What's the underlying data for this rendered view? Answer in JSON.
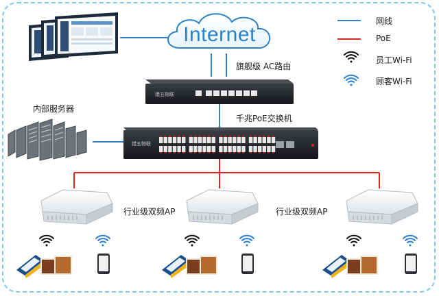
{
  "internet": {
    "label": "Internet"
  },
  "router": {
    "label": "旗舰级 AC路由",
    "brand": "猎五物联"
  },
  "switch": {
    "label": "千兆PoE交换机",
    "brand": "猎五物联"
  },
  "servers": {
    "label": "内部服务器"
  },
  "aps": [
    {
      "label": "行业级双频AP"
    },
    {
      "label": "行业级双频AP"
    }
  ],
  "legend": {
    "items": [
      {
        "label": "网线",
        "type": "line",
        "color": "#2f7fd0"
      },
      {
        "label": "PoE",
        "type": "line",
        "color": "#e02424"
      },
      {
        "label": "员工Wi-Fi",
        "type": "wifi",
        "color": "#111111"
      },
      {
        "label": "顾客Wi-Fi",
        "type": "wifi",
        "color": "#2f7fd0"
      }
    ]
  },
  "colors": {
    "cable": "#2f7fd0",
    "poe": "#e02424",
    "frame": "#7ec8ec"
  }
}
